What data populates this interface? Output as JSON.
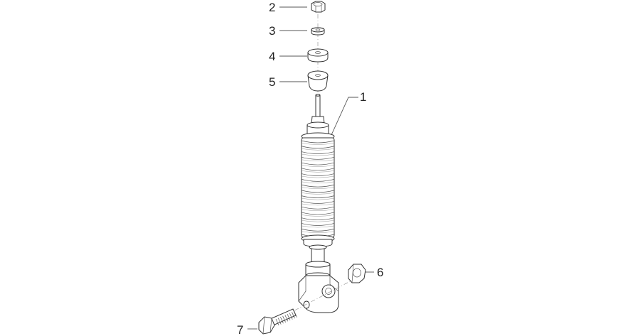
{
  "diagram": {
    "type": "exploded-parts-view",
    "callouts": [
      {
        "id": "1",
        "label": "1",
        "part": "shock-absorber-body"
      },
      {
        "id": "2",
        "label": "2",
        "part": "nut-top"
      },
      {
        "id": "3",
        "label": "3",
        "part": "washer"
      },
      {
        "id": "4",
        "label": "4",
        "part": "rubber-bushing-upper"
      },
      {
        "id": "5",
        "label": "5",
        "part": "rubber-bushing-lower"
      },
      {
        "id": "6",
        "label": "6",
        "part": "nut-bottom"
      },
      {
        "id": "7",
        "label": "7",
        "part": "mounting-bolt"
      }
    ]
  },
  "colors": {
    "line": "#333333",
    "background": "#ffffff"
  }
}
